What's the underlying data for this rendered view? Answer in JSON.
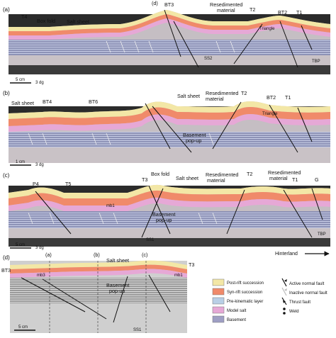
{
  "panels": {
    "a": {
      "letter": "(a)",
      "labels": [
        "T4",
        "Box fold",
        "Salt sheet",
        "(d)",
        "BT3",
        "Resedimented",
        "material",
        "T2",
        "BT2",
        "T1",
        "Triangle",
        "SS2",
        "TBP"
      ],
      "scale": "5 cm",
      "dip": "3 dg"
    },
    "b": {
      "letter": "(b)",
      "labels": [
        "Salt sheet",
        "BT4",
        "BT6",
        "Salt sheet",
        "Resedimented",
        "material",
        "T2",
        "BT2",
        "T1",
        "Triangle",
        "Basement",
        "pop-up"
      ],
      "scale": "1 cm",
      "dip": "3 dg"
    },
    "c": {
      "letter": "(c)",
      "labels": [
        "P4",
        "T5",
        "T3",
        "Box fold",
        "Salt sheet",
        "Resedimented",
        "material",
        "T2",
        "Resedimented",
        "material",
        "T1",
        "G",
        "mb1",
        "Basement",
        "pop-up",
        "SS1",
        "TBP"
      ],
      "scale": "5 cm",
      "dip": "3 dg",
      "hinterland": "Hinterland"
    },
    "d": {
      "letter": "(d)",
      "markers": [
        "(a)",
        "(b)",
        "(c)"
      ],
      "labels": [
        "BT3",
        "Salt sheet",
        "T3",
        "mb3",
        "mb1",
        "Basement",
        "pop-up",
        "SS1"
      ],
      "scale": "5 cm"
    }
  },
  "legend": {
    "fills": [
      {
        "label": "Post-rift succession",
        "color": "#f3e7a6"
      },
      {
        "label": "Syn-rift succession",
        "color": "#f08a6a"
      },
      {
        "label": "Pre-kinematic layer",
        "color": "#b9cfe6"
      },
      {
        "label": "Model salt",
        "color": "#e6a8d6"
      },
      {
        "label": "Basement",
        "color": "#9f9fc4"
      }
    ],
    "symbols": [
      {
        "label": "Active normal fault",
        "icon": "active-normal-fault-icon"
      },
      {
        "label": "Inactive normal fault",
        "icon": "inactive-normal-fault-icon"
      },
      {
        "label": "Thrust fault",
        "icon": "thrust-fault-icon"
      },
      {
        "label": "Weld",
        "icon": "weld-icon"
      }
    ]
  },
  "colors": {
    "post_rift": "#f3e7a6",
    "syn_rift": "#f08a6a",
    "pre_kinematic": "#b9cfe6",
    "salt": "#e6a8d6",
    "basement": "#9f9fc4",
    "lower_gray": "#c9c2c6",
    "base_dark": "#3a3a3a"
  }
}
